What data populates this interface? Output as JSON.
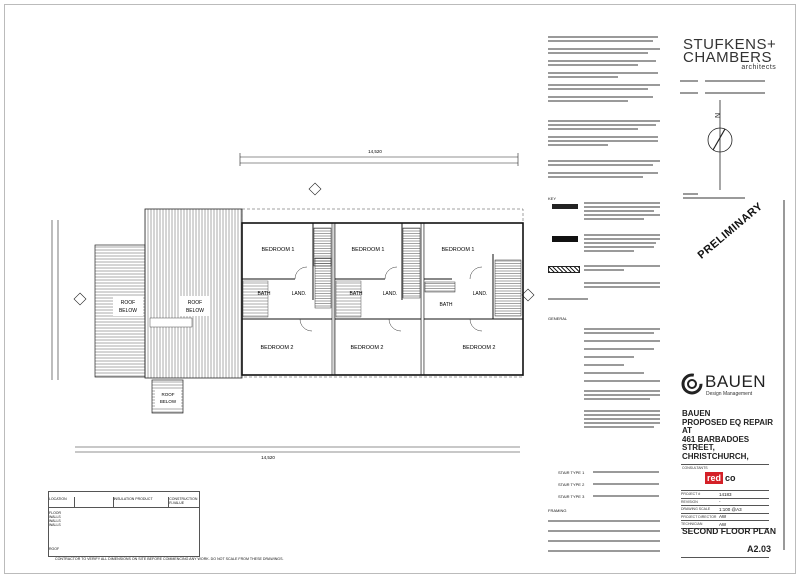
{
  "architect": {
    "name_line1": "STUFKENS+",
    "name_line2": "CHAMBERS",
    "subtitle": "architects"
  },
  "north_label": "N",
  "preliminary_stamp": "PRELIMINARY",
  "client": {
    "name": "BAUEN",
    "subtitle": "Design Management"
  },
  "project_title": [
    "BAUEN",
    "PROPOSED EQ REPAIR",
    "AT",
    "461 BARBADOES",
    "STREET,",
    "CHRISTCHURCH,"
  ],
  "consultants_label": "CONSULTANTS",
  "consultant_logo": {
    "red": "red",
    "rest": "co"
  },
  "title_rows": [
    {
      "label": "PROJECT #",
      "value": "14183"
    },
    {
      "label": "REVISION",
      "value": "-"
    },
    {
      "label": "DRAWING SCALE",
      "value": "1:100 @A3"
    },
    {
      "label": "PROJECT DIRECTOR",
      "value": "AW"
    },
    {
      "label": "TECHNICIAN",
      "value": "AW"
    }
  ],
  "sheet_title": "SECOND FLOOR PLAN",
  "sheet_number": "A2.03",
  "notes": {
    "key": "KEY",
    "general": "GENERAL",
    "framing": "FRAMING",
    "stairs": [
      "STAIR TYPE 1",
      "STAIR TYPE 2",
      "STAIR TYPE 3"
    ]
  },
  "plan": {
    "overall_width": "14,520",
    "rooms": {
      "bedroom1": "BEDROOM 1",
      "bedroom2": "BEDROOM 2",
      "bath": "BATH",
      "landing": "LAND.",
      "roof_below_1": "ROOF",
      "roof_below_2": "BELOW"
    }
  },
  "insulation_table": {
    "headers": [
      "LOCATION",
      "",
      "INSULATION PRODUCT",
      "CONSTRUCTION R-VALUE"
    ],
    "rows": [
      [
        "FLOOR"
      ],
      [
        "WALLS"
      ],
      [
        "WALLS"
      ],
      [
        "WALLS"
      ],
      [
        "ROOF"
      ]
    ]
  },
  "footer_note": "CONTRACTOR TO VERIFY ALL DIMENSIONS ON SITE BEFORE COMMENCING ANY WORK. DO NOT SCALE FROM THESE DRAWINGS.",
  "colors": {
    "accent_red": "#d42027",
    "ink": "#111111"
  }
}
